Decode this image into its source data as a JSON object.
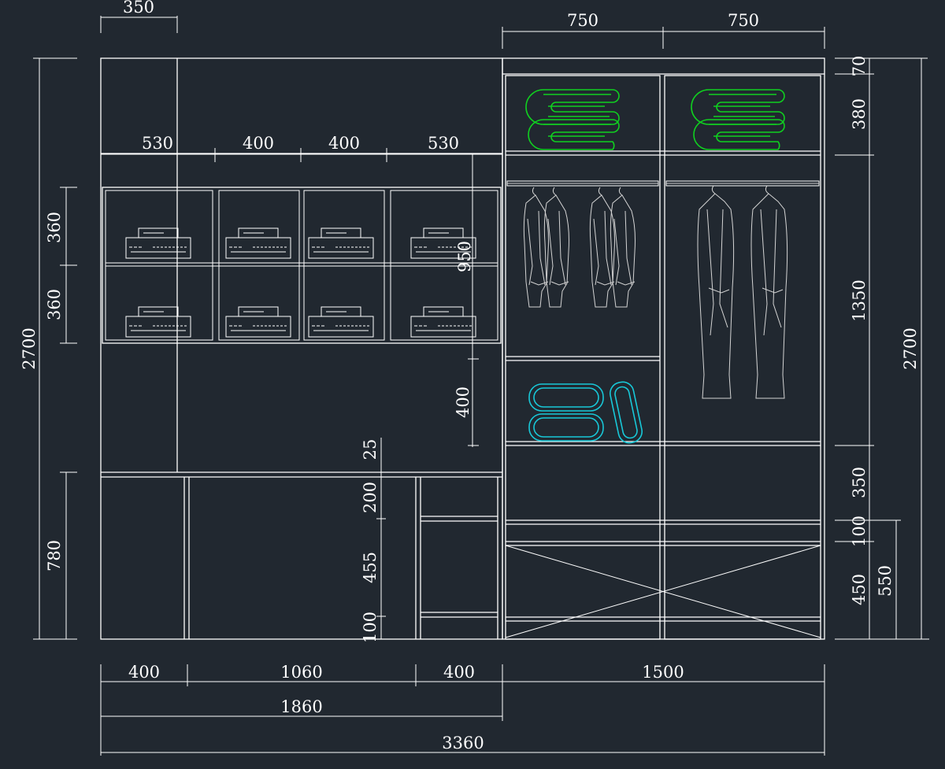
{
  "colors": {
    "background": "#212830",
    "linework": "#ffffff",
    "towels_green": "#10d020",
    "towels_cyan": "#18c8d8",
    "detail_grey": "#d4d4d4"
  },
  "icons": {
    "folded_towel": "folded-towel-icon",
    "rolled_towel": "rolled-towel-icon",
    "stereo_receiver": "stereo-receiver-icon",
    "hanging_shirt": "hanging-shirt-icon",
    "hanging_coat": "hanging-coat-icon"
  },
  "dimensions": {
    "top_left_width": "350",
    "wardrobe_left_top": "750",
    "wardrobe_right_top": "750",
    "cubby_left": "530",
    "cubby_mid1": "400",
    "cubby_mid2": "400",
    "cubby_right": "530",
    "left_total_height": "2700",
    "cubby_row1": "360",
    "cubby_row2": "360",
    "desk_height": "780",
    "cabinet_950": "950",
    "cabinet_400": "400",
    "desk_top_25": "25",
    "drawer_200": "200",
    "drawer_455": "455",
    "plinth_100": "100",
    "right_70": "70",
    "right_380": "380",
    "right_1350": "1350",
    "right_350": "350",
    "right_100": "100",
    "right_450": "450",
    "right_550": "550",
    "right_total_height": "2700",
    "bottom_400_left": "400",
    "bottom_1060": "1060",
    "bottom_400_right": "400",
    "bottom_1500": "1500",
    "bottom_1860": "1860",
    "bottom_3360": "3360"
  }
}
